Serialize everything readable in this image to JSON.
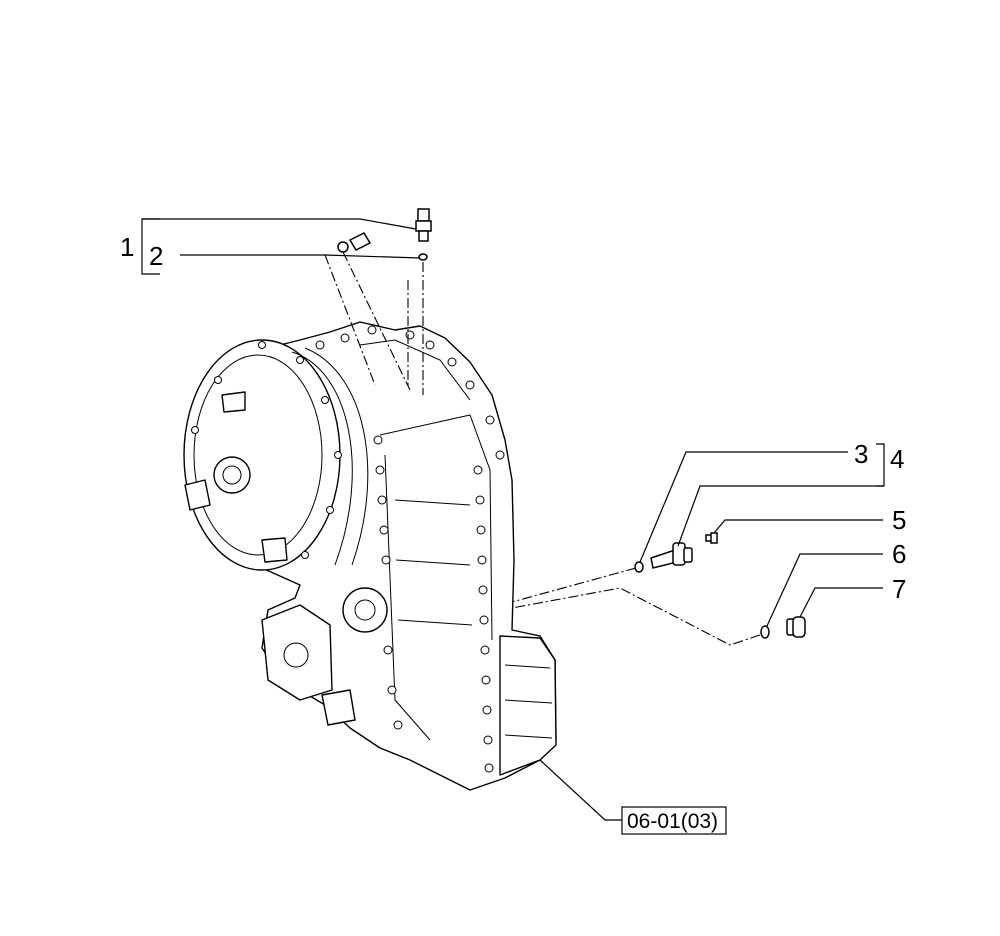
{
  "callouts": [
    {
      "id": "c1",
      "label": "1"
    },
    {
      "id": "c2",
      "label": "2"
    },
    {
      "id": "c3",
      "label": "3"
    },
    {
      "id": "c4",
      "label": "4"
    },
    {
      "id": "c5",
      "label": "5"
    },
    {
      "id": "c6",
      "label": "6"
    },
    {
      "id": "c7",
      "label": "7"
    }
  ],
  "reference_box": {
    "label": "06-01(03)"
  }
}
